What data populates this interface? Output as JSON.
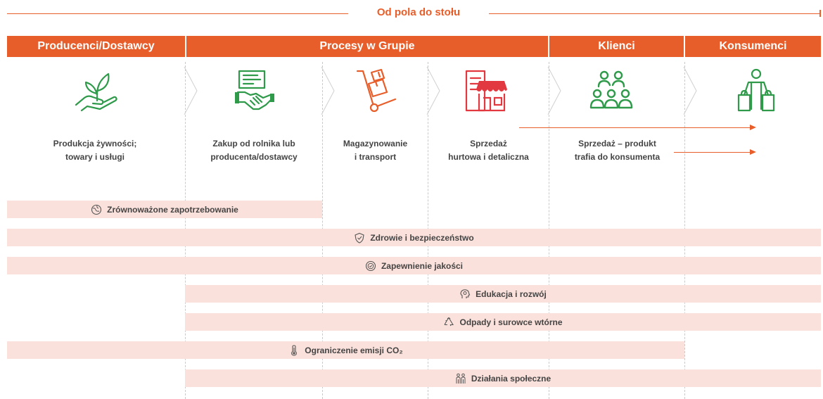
{
  "title": "Od pola do stołu",
  "colors": {
    "accent": "#e85e2a",
    "green": "#2e9a4a",
    "red": "#e2383f",
    "bar": "#fbe1db",
    "text": "#444444"
  },
  "header": {
    "producers": "Producenci/Dostawcy",
    "processes": "Procesy w Grupie",
    "clients": "Klienci",
    "consumers": "Konsumenci"
  },
  "stages": [
    {
      "icon": "hand-plant-icon",
      "line1": "Produkcja żywności;",
      "line2": "towary i usługi"
    },
    {
      "icon": "handshake-document-icon",
      "line1": "Zakup od rolnika lub",
      "line2": "producenta/dostawcy"
    },
    {
      "icon": "hand-truck-icon",
      "line1": "Magazynowanie",
      "line2": "i transport"
    },
    {
      "icon": "store-icon",
      "line1": "Sprzedaż",
      "line2": "hurtowa i detaliczna"
    },
    {
      "icon": "people-group-icon",
      "line1": "Sprzedaż – produkt",
      "line2": "trafia do konsumenta"
    },
    {
      "icon": "shopper-icon",
      "line1": "",
      "line2": ""
    }
  ],
  "bars": [
    {
      "label": "Zrównoważone zapotrzebowanie",
      "icon": "globe-cycle-icon"
    },
    {
      "label": "Zdrowie i bezpieczeństwo",
      "icon": "shield-icon"
    },
    {
      "label": "Zapewnienie jakości",
      "icon": "quality-badge-icon"
    },
    {
      "label": "Edukacja i rozwój",
      "icon": "brain-gear-icon"
    },
    {
      "label": "Odpady i surowce wtórne",
      "icon": "recycle-icon"
    },
    {
      "label": "Ograniczenie emisji CO₂",
      "icon": "thermometer-icon"
    },
    {
      "label": "Działania społeczne",
      "icon": "community-icon"
    }
  ]
}
